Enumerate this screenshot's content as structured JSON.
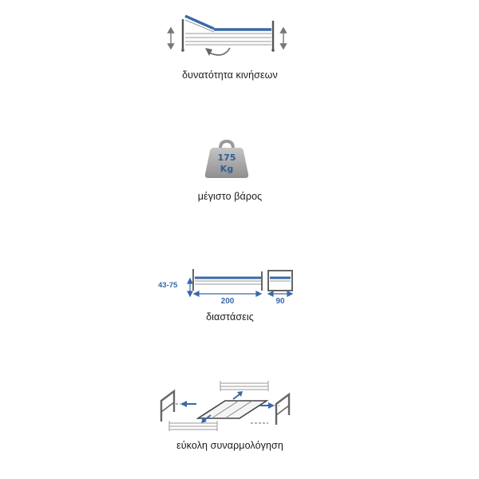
{
  "features": [
    {
      "caption": "δυνατότητα κινήσεων",
      "icon": "adjustable-bed-movement-icon"
    },
    {
      "caption": "μέγιστο βάρος",
      "icon": "weight-icon",
      "weight_value": "175",
      "weight_unit": "Kg"
    },
    {
      "caption": "διαστάσεις",
      "icon": "bed-dimensions-icon",
      "height_label": "43-75",
      "length_label": "200",
      "width_label": "90"
    },
    {
      "caption": "εύκολη συναρμολόγηση",
      "icon": "easy-assembly-icon"
    }
  ],
  "colors": {
    "accent_blue": "#3a68a8",
    "frame_gray": "#555555",
    "light_gray": "#bdbdbd",
    "weight_gray": "#a6a6a6",
    "text": "#1a1a1a"
  }
}
